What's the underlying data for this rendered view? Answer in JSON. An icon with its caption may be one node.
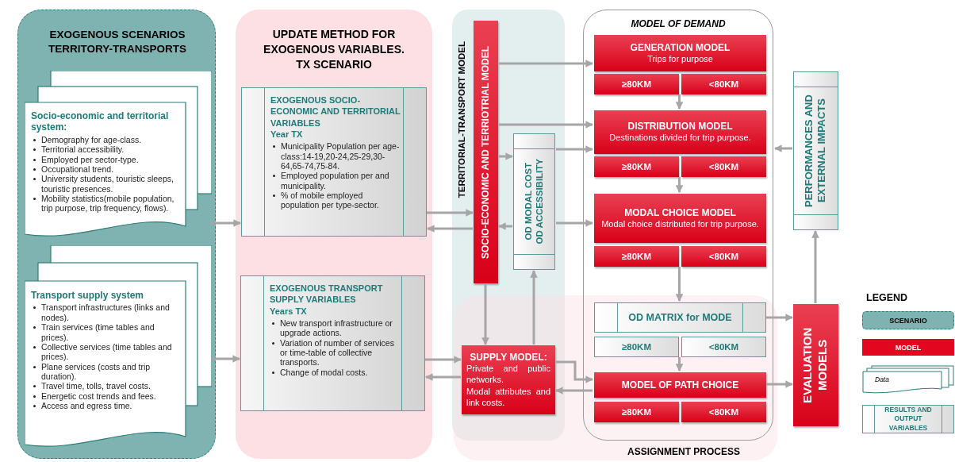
{
  "diagram": {
    "nodes": [
      {
        "text": [
          "EXOGENOUS SCENARIOS TERRITORY-TRANSPORTS"
        ]
      },
      {
        "text": [
          "Socio-economic and territorial system:",
          "Demography for age-class.",
          "Territorial accessibility.",
          "Employed per sector-type.",
          "Occupational trend.",
          "University students, touristic sleeps, touristic presences.",
          "Mobility statistics(mobile population, trip purpose, trip frequency, flows)."
        ],
        "in": 0
      },
      {
        "text": [
          "Transport supply system",
          "Transport infrastructures (links and nodes).",
          "Train services (time tables and prices).",
          "Collective services (time tables and prices).",
          "Plane services (costs and trip duration).",
          "Travel time, tolls, travel costs.",
          "Energetic cost trends and fees.",
          "Access and egress time."
        ],
        "in": 0
      },
      {
        "text": [
          "UPDATE METHOD FOR EXOGENOUS VARIABLES. TX SCENARIO"
        ]
      },
      {
        "text": [
          "EXOGENOUS SOCIO-ECONOMIC AND TERRITORIAL VARIABLES",
          "Year TX",
          "Municipality Population per age-class:14-19,20-24,25-29,30-64,65-74,75-84.",
          "Employed population per and municipality.",
          "% of mobile employed population per type-sector."
        ],
        "in": 3
      },
      {
        "text": [
          "EXOGENOUS TRANSPORT SUPPLY VARIABLES",
          "Years TX",
          "New transport infrastructure or upgrade actions.",
          "Variation of number of services or time-table of collective transports.",
          "Change of modal costs."
        ],
        "in": 3
      },
      {
        "text": [
          "TERRITORIAL-TRANSPORT MODEL"
        ]
      },
      {
        "text": [
          "SOCIO-ECONOMIC AND TERRIOTRIAL MODEL"
        ],
        "in": 6
      },
      {
        "text": [
          "OD MODAL COST",
          "OD ACCESSIBILITY"
        ],
        "in": 6
      },
      {
        "text": [
          "SUPPLY MODEL:",
          "Private and public networks.",
          "Modal attributes and link costs."
        ],
        "in": 6
      },
      {
        "text": [
          "MODEL OF DEMAND"
        ]
      },
      {
        "text": [
          "GENERATION MODEL",
          "Trips for purpose"
        ],
        "in": 10
      },
      {
        "text": [
          "≥80KM"
        ],
        "in": 10
      },
      {
        "text": [
          "<80KM"
        ],
        "in": 10
      },
      {
        "text": [
          "DISTRIBUTION MODEL",
          "Destinations divided for trip purpose."
        ],
        "in": 10
      },
      {
        "text": [
          "≥80KM"
        ],
        "in": 10
      },
      {
        "text": [
          "<80KM"
        ],
        "in": 10
      },
      {
        "text": [
          "MODAL CHOICE MODEL",
          "Modal choice distributed for trip purpose."
        ],
        "in": 10
      },
      {
        "text": [
          "≥80KM"
        ],
        "in": 10
      },
      {
        "text": [
          "<80KM"
        ],
        "in": 10
      },
      {
        "text": [
          "OD MATRIX for MODE"
        ],
        "in": 10
      },
      {
        "text": [
          "≥80KM"
        ],
        "in": 10
      },
      {
        "text": [
          "<80KM"
        ],
        "in": 10
      },
      {
        "text": [
          "MODEL OF PATH CHOICE"
        ],
        "in": 10
      },
      {
        "text": [
          "≥80KM"
        ],
        "in": 10
      },
      {
        "text": [
          "<80KM"
        ],
        "in": 10
      },
      {
        "text": [
          "PERFORMANCES AND EXTERNAL IMPACTS"
        ]
      },
      {
        "text": [
          "EVALUATION MODELS"
        ]
      }
    ],
    "edges": [
      {
        "from": 1,
        "to": 4,
        "arrow": "to"
      },
      {
        "from": 2,
        "to": 5,
        "arrow": "to"
      },
      {
        "from": 4,
        "to": 7,
        "arrow": "to"
      },
      {
        "from": 7,
        "to": 4,
        "arrow": "to"
      },
      {
        "from": 5,
        "to": 9,
        "arrow": "to"
      },
      {
        "from": 9,
        "to": 5,
        "arrow": "to"
      },
      {
        "from": 7,
        "to": 11,
        "arrow": "to"
      },
      {
        "from": 7,
        "to": 14,
        "arrow": "to"
      },
      {
        "from": 7,
        "to": 8,
        "arrow": "to"
      },
      {
        "from": 8,
        "to": 7,
        "arrow": "to"
      },
      {
        "from": 8,
        "to": 14,
        "arrow": "to"
      },
      {
        "from": 8,
        "to": 17,
        "arrow": "to"
      },
      {
        "from": 7,
        "to": 9,
        "arrow": "to"
      },
      {
        "from": 9,
        "to": 8,
        "arrow": "to"
      },
      {
        "from": 9,
        "to": 23,
        "arrow": "to"
      },
      {
        "from": 23,
        "to": 9,
        "arrow": "to"
      },
      {
        "from": 12,
        "to": 14,
        "arrow": "to"
      },
      {
        "from": 13,
        "to": 14,
        "arrow": "to"
      },
      {
        "from": 15,
        "to": 17,
        "arrow": "to"
      },
      {
        "from": 16,
        "to": 17,
        "arrow": "to"
      },
      {
        "from": 18,
        "to": 20,
        "arrow": "to"
      },
      {
        "from": 19,
        "to": 20,
        "arrow": "to"
      },
      {
        "from": 21,
        "to": 23,
        "arrow": "to"
      },
      {
        "from": 22,
        "to": 23,
        "arrow": "to"
      },
      {
        "from": 20,
        "to": 27,
        "arrow": "to"
      },
      {
        "from": 23,
        "to": 27,
        "arrow": "to"
      },
      {
        "from": 27,
        "to": 26,
        "arrow": "to"
      },
      {
        "from": 26,
        "to": 10,
        "arrow": "to"
      }
    ],
    "labels": [
      "ASSIGNMENT PROCESS",
      "LEGEND"
    ],
    "legend": [
      {
        "text": "SCENARIO",
        "color": "#7fb3b1"
      },
      {
        "text": "MODEL",
        "color": "#e2061e"
      },
      {
        "text": "Data"
      },
      {
        "text": "RESULTS AND OUTPUT VARIABLES"
      }
    ]
  }
}
